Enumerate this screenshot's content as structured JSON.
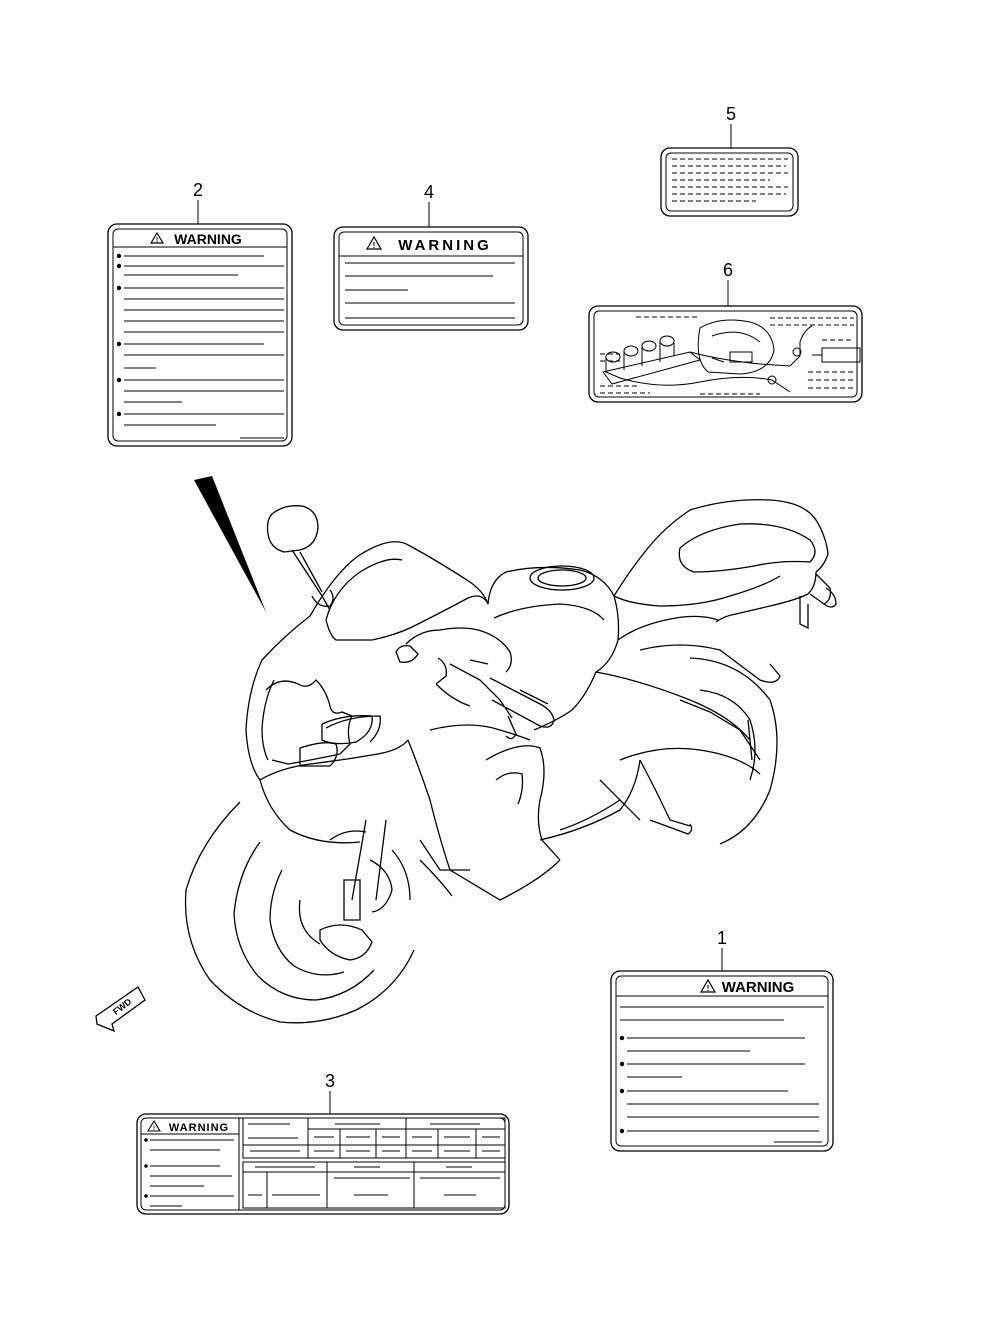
{
  "callouts": [
    "1",
    "2",
    "3",
    "4",
    "5",
    "6"
  ],
  "labels": {
    "label_1": {
      "heading": "WARNING"
    },
    "label_2": {
      "heading": "WARNING"
    },
    "label_3": {
      "heading": "WARNING"
    },
    "label_4": {
      "heading": "WARNING"
    }
  },
  "fwd_arrow_text": "FWD",
  "icons": [
    "warning-triangle-icon",
    "fwd-arrow-icon"
  ]
}
